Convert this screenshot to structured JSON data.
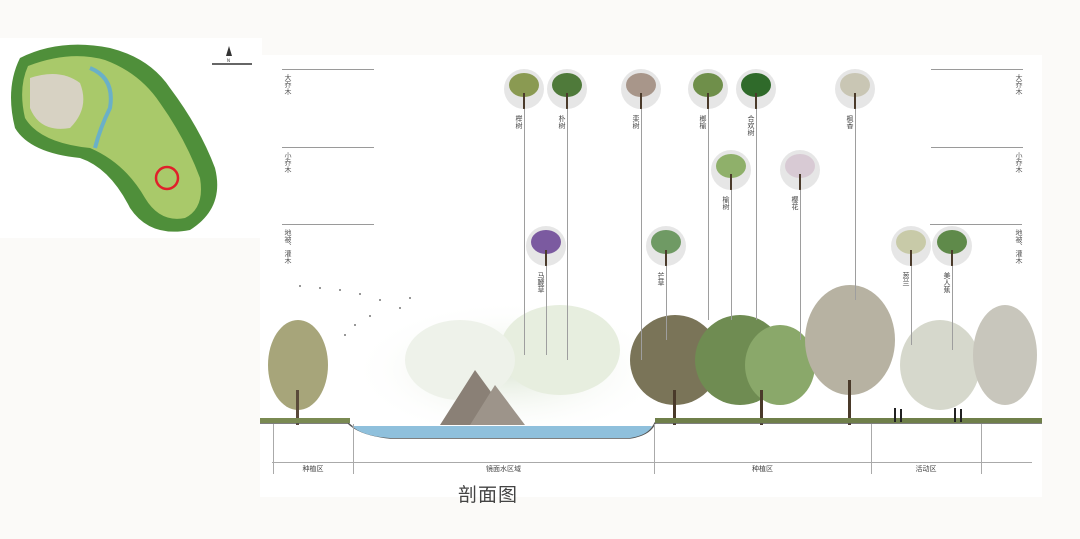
{
  "map": {
    "north_label": "N",
    "highlight_color": "#e0202a"
  },
  "tiers": {
    "left": [
      "大乔木",
      "小乔木",
      "地被、灌木"
    ],
    "right": [
      "大乔木",
      "小乔木",
      "地被、灌木"
    ]
  },
  "plants": [
    {
      "name": "榉树",
      "color": "#8a9a52"
    },
    {
      "name": "朴树",
      "color": "#4f7a3a"
    },
    {
      "name": "栾树",
      "color": "#a8968a"
    },
    {
      "name": "榔榆",
      "color": "#6f8f4a"
    },
    {
      "name": "合欢树",
      "color": "#2f6a2a"
    },
    {
      "name": "枫香",
      "color": "#c9c6b4"
    },
    {
      "name": "榆树",
      "color": "#8fb06a"
    },
    {
      "name": "樱花",
      "color": "#d8cad4"
    },
    {
      "name": "马鞭草",
      "color": "#7b5aa0"
    },
    {
      "name": "芒草",
      "color": "#6f9a64"
    },
    {
      "name": "葱兰",
      "color": "#c8caa8"
    },
    {
      "name": "美人蕉",
      "color": "#5f8a4a"
    }
  ],
  "zones": [
    "种植区",
    "镜面水区域",
    "种植区",
    "活动区"
  ],
  "title": "剖面图",
  "colors": {
    "water": "#8fc0dc",
    "ground": "#6f7f4a",
    "house": "#8a8076"
  }
}
